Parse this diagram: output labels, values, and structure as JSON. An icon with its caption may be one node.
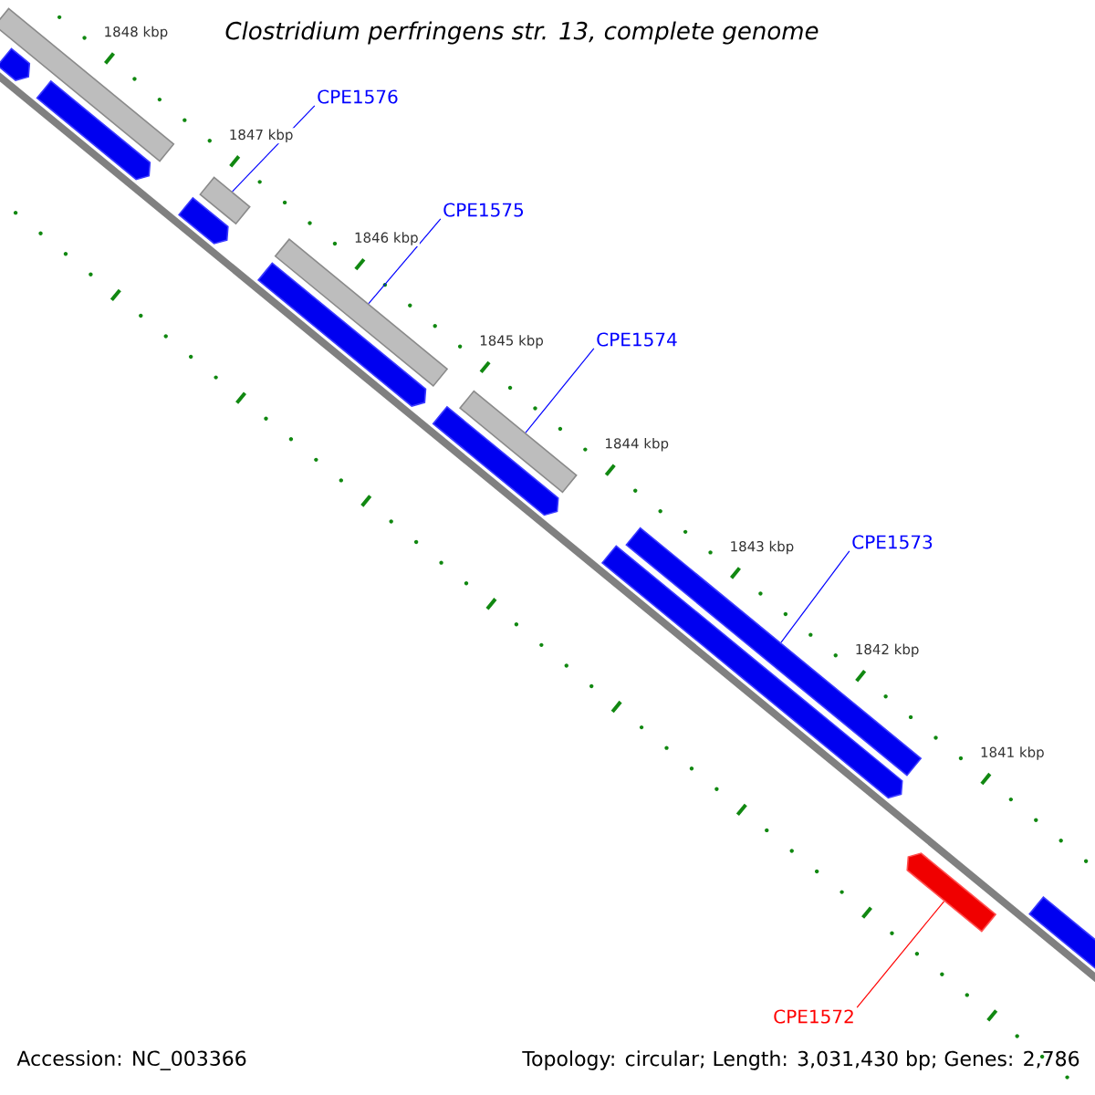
{
  "diagram": {
    "title": "Clostridium perfringens str. 13, complete genome",
    "nodes": [
      {
        "text": [
          "CPE1576"
        ]
      },
      {
        "text": [
          "CPE1575"
        ]
      },
      {
        "text": [
          "CPE1574"
        ]
      },
      {
        "text": [
          "CPE1573"
        ]
      },
      {
        "text": [
          "CPE1572"
        ]
      },
      {
        "text": [],
        "shape": "bar"
      },
      {
        "text": [],
        "shape": "bar"
      },
      {
        "text": [],
        "shape": "bar"
      },
      {
        "text": [],
        "shape": "bar"
      },
      {
        "text": [],
        "shape": "bar"
      },
      {
        "text": [],
        "shape": "bar"
      },
      {
        "text": [],
        "shape": "bar"
      },
      {
        "text": [],
        "shape": "bar"
      },
      {
        "text": [],
        "shape": "bar"
      },
      {
        "text": [],
        "shape": "bar"
      },
      {
        "text": [],
        "shape": "bar"
      },
      {
        "text": [],
        "shape": "bar"
      },
      {
        "text": [],
        "shape": "bar"
      }
    ],
    "edges": [
      {
        "from": 0,
        "to": 9,
        "arrow": "none"
      },
      {
        "from": 1,
        "to": 11,
        "arrow": "none"
      },
      {
        "from": 2,
        "to": 13,
        "arrow": "none"
      },
      {
        "from": 3,
        "to": 15,
        "arrow": "none"
      },
      {
        "from": 4,
        "to": 16,
        "arrow": "none",
        "color": "#ff0000"
      }
    ],
    "labels": [
      "1848 kbp",
      "1847 kbp",
      "1846 kbp",
      "1845 kbp",
      "1844 kbp",
      "1843 kbp",
      "1842 kbp",
      "1841 kbp",
      "Accession: NC_003366",
      "Topology: circular; Length: 3,031,430 bp; Genes: 2,786"
    ]
  }
}
